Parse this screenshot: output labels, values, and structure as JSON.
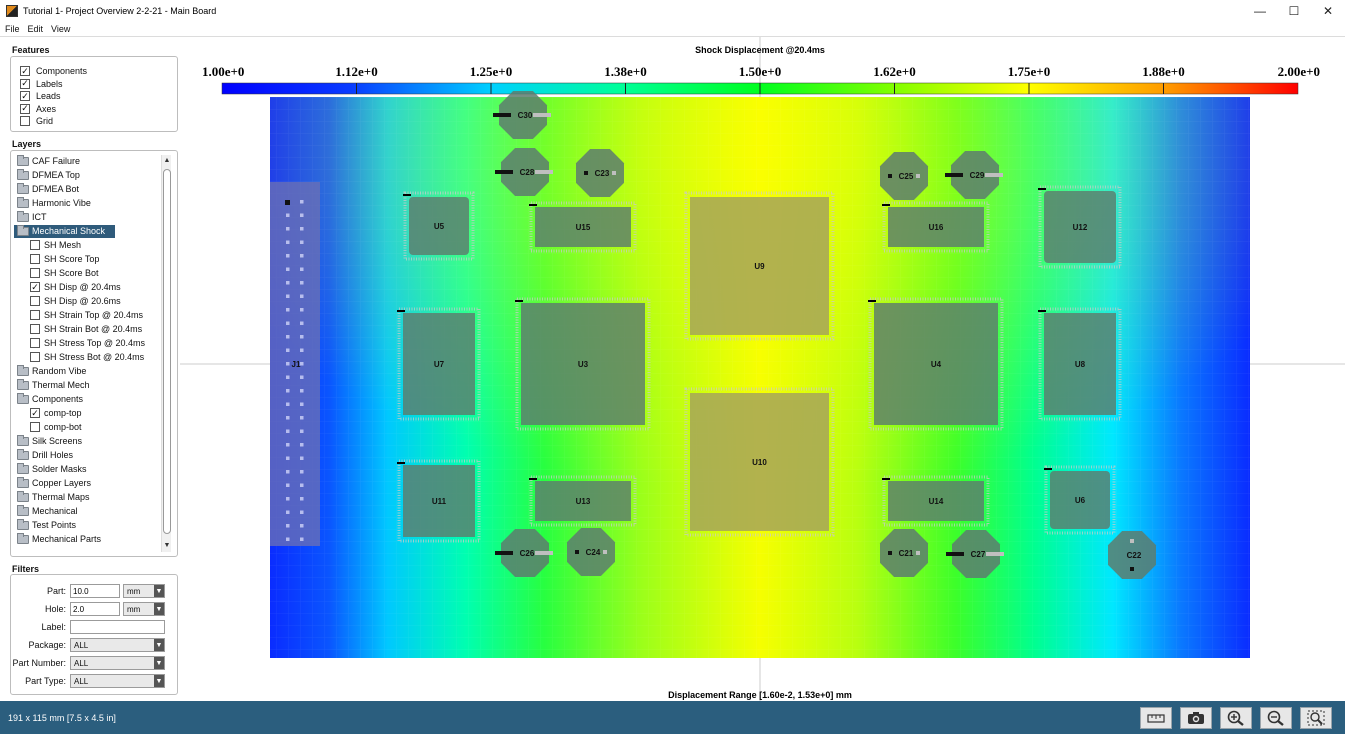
{
  "window": {
    "title": "Tutorial 1- Project Overview 2-2-21 - Main Board",
    "controls": [
      "—",
      "☐",
      "✕"
    ]
  },
  "menu": [
    "File",
    "Edit",
    "View"
  ],
  "features": {
    "title": "Features",
    "items": [
      {
        "label": "Components",
        "checked": true
      },
      {
        "label": "Labels",
        "checked": true
      },
      {
        "label": "Leads",
        "checked": true
      },
      {
        "label": "Axes",
        "checked": true
      },
      {
        "label": "Grid",
        "checked": false
      }
    ]
  },
  "layers": {
    "title": "Layers",
    "items": [
      {
        "label": "CAF Failure",
        "type": "folder"
      },
      {
        "label": "DFMEA Top",
        "type": "folder"
      },
      {
        "label": "DFMEA Bot",
        "type": "folder"
      },
      {
        "label": "Harmonic Vibe",
        "type": "folder"
      },
      {
        "label": "ICT",
        "type": "folder"
      },
      {
        "label": "Mechanical Shock",
        "type": "folder",
        "selected": true
      },
      {
        "label": "SH Mesh",
        "type": "check",
        "checked": false
      },
      {
        "label": "SH Score Top",
        "type": "check",
        "checked": false
      },
      {
        "label": "SH Score Bot",
        "type": "check",
        "checked": false
      },
      {
        "label": "SH Disp @ 20.4ms",
        "type": "check",
        "checked": true
      },
      {
        "label": "SH Disp @ 20.6ms",
        "type": "check",
        "checked": false
      },
      {
        "label": "SH Strain Top @ 20.4ms",
        "type": "check",
        "checked": false
      },
      {
        "label": "SH Strain Bot @ 20.4ms",
        "type": "check",
        "checked": false
      },
      {
        "label": "SH Stress Top @ 20.4ms",
        "type": "check",
        "checked": false
      },
      {
        "label": "SH Stress Bot @ 20.4ms",
        "type": "check",
        "checked": false
      },
      {
        "label": "Random Vibe",
        "type": "folder"
      },
      {
        "label": "Thermal Mech",
        "type": "folder"
      },
      {
        "label": "Components",
        "type": "folder"
      },
      {
        "label": "comp-top",
        "type": "check",
        "checked": true
      },
      {
        "label": "comp-bot",
        "type": "check",
        "checked": false
      },
      {
        "label": "Silk Screens",
        "type": "folder"
      },
      {
        "label": "Drill Holes",
        "type": "folder"
      },
      {
        "label": "Solder Masks",
        "type": "folder"
      },
      {
        "label": "Copper Layers",
        "type": "folder"
      },
      {
        "label": "Thermal Maps",
        "type": "folder"
      },
      {
        "label": "Mechanical",
        "type": "folder"
      },
      {
        "label": "Test Points",
        "type": "folder"
      },
      {
        "label": "Mechanical Parts",
        "type": "folder"
      }
    ]
  },
  "filters": {
    "title": "Filters",
    "part": {
      "label": "Part:",
      "value": "10.0",
      "unit": "mm"
    },
    "hole": {
      "label": "Hole:",
      "value": "2.0",
      "unit": "mm"
    },
    "label": {
      "label": "Label:",
      "value": ""
    },
    "package": {
      "label": "Package:",
      "value": "ALL"
    },
    "part_number": {
      "label": "Part Number:",
      "value": "ALL"
    },
    "part_type": {
      "label": "Part Type:",
      "value": "ALL"
    }
  },
  "plot": {
    "title": "Shock Displacement @20.4ms",
    "scale_ticks": [
      "1.00e+0",
      "1.12e+0",
      "1.25e+0",
      "1.38e+0",
      "1.50e+0",
      "1.62e+0",
      "1.75e+0",
      "1.88e+0",
      "2.00e+0"
    ],
    "range_label": "Displacement Range [1.60e-2, 1.53e+0] mm",
    "components": {
      "ics": [
        "U5",
        "U15",
        "U9",
        "U16",
        "U12",
        "U7",
        "U3",
        "U4",
        "U8",
        "U10",
        "U11",
        "U13",
        "U14",
        "U6",
        "J1"
      ],
      "caps": [
        "C30",
        "C28",
        "C23",
        "C25",
        "C29",
        "C26",
        "C24",
        "C21",
        "C27",
        "C22"
      ]
    }
  },
  "status": {
    "dimensions": "191 x 115 mm  [7.5 x 4.5 in]"
  },
  "toolbar_icons": [
    "ruler-icon",
    "camera-icon",
    "zoom-in-icon",
    "zoom-out-icon",
    "zoom-fit-icon"
  ]
}
